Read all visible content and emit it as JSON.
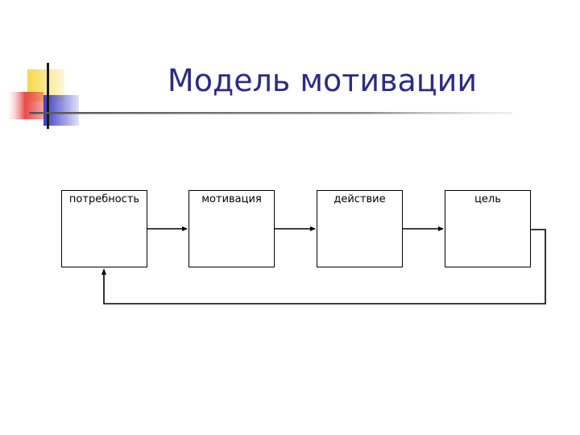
{
  "slide": {
    "title": "Модель мотивации"
  },
  "diagram": {
    "boxes": [
      {
        "label": "потребность"
      },
      {
        "label": "мотивация"
      },
      {
        "label": "действие"
      },
      {
        "label": "цель"
      }
    ]
  },
  "colors": {
    "title": "#2b2b86",
    "deco_yellow": "#f6d84a",
    "deco_red": "#e84a4a",
    "deco_blue": "#3b3bc8",
    "line": "#000000"
  }
}
